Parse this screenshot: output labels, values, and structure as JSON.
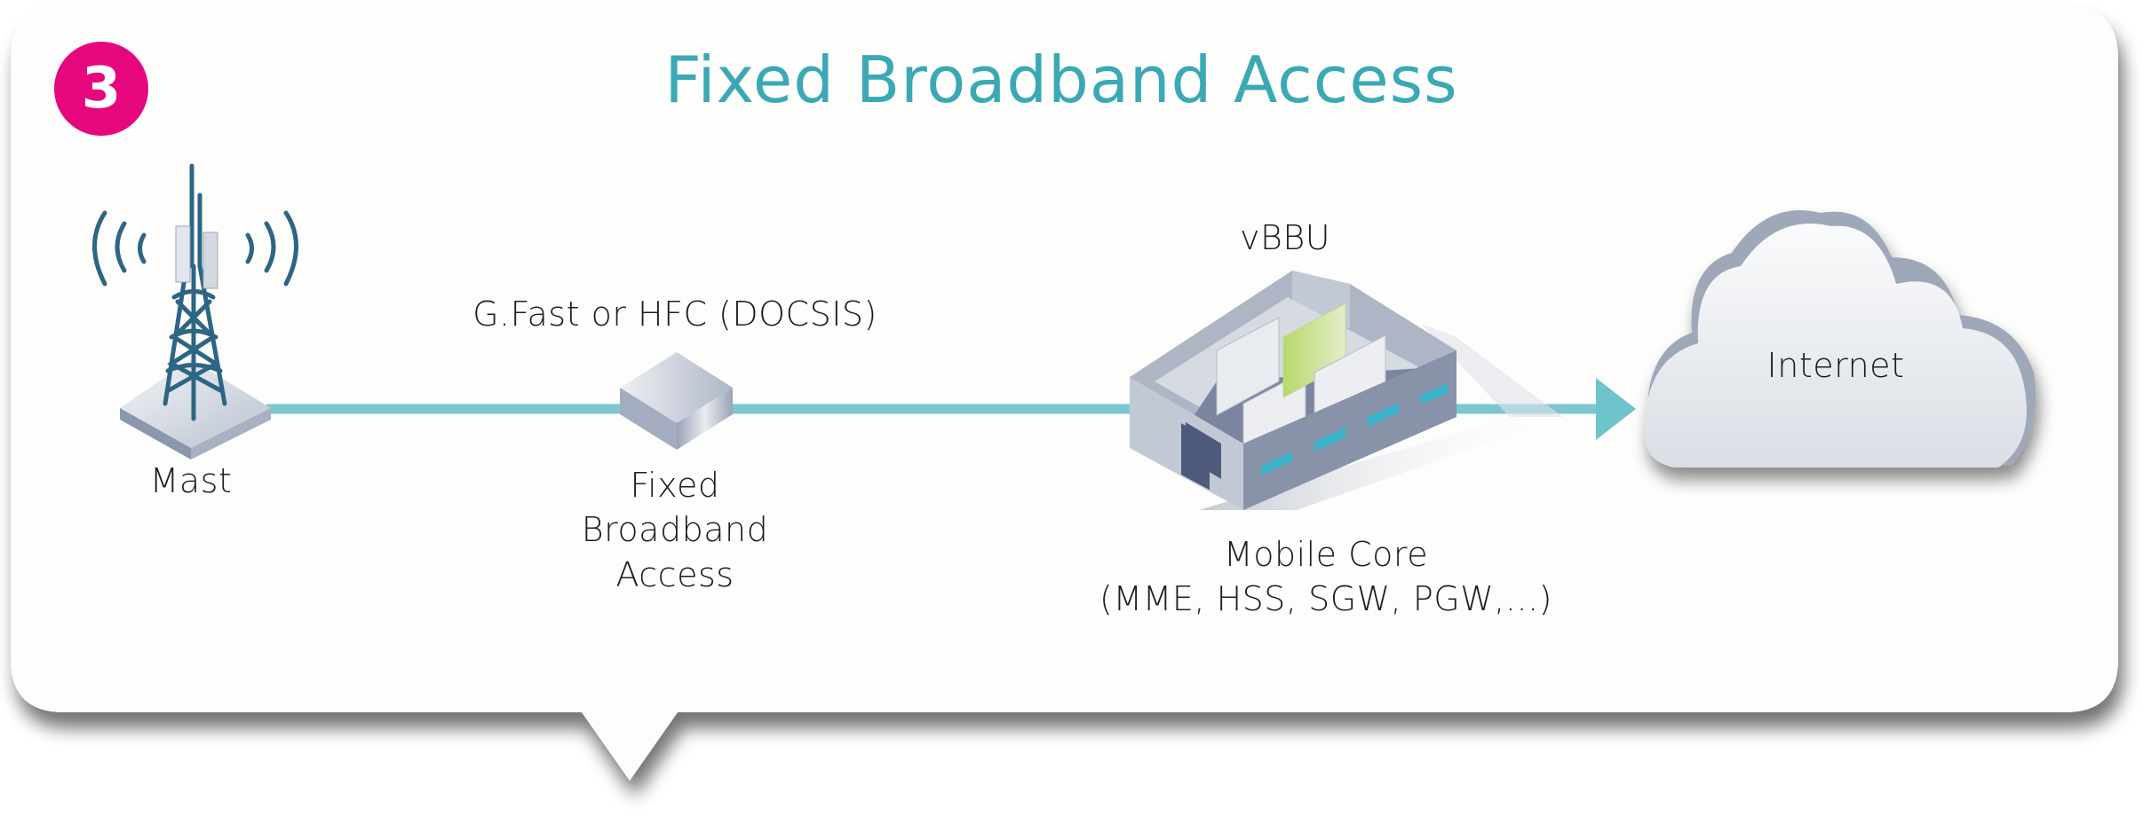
{
  "step_badge": "3",
  "title": "Fixed Broadband Access",
  "colors": {
    "accent": "#3aa9b5",
    "badge": "#e6077e",
    "link_line": "#7cc6cf",
    "tower": "#2d6585",
    "device_gray": "#a3acbe",
    "server_green": "#a6cc4a"
  },
  "nodes": {
    "mast": {
      "label": "Mast",
      "icon": "cell-tower-icon"
    },
    "link_label": "G.Fast or HFC (DOCSIS)",
    "fixed_access": {
      "label_lines": [
        "Fixed",
        "Broadband",
        "Access"
      ],
      "icon": "access-device-icon"
    },
    "vbbu": {
      "label": "vBBU",
      "icon": "data-center-icon"
    },
    "mobile_core": {
      "label_lines": [
        "Mobile Core",
        "(MME, HSS, SGW, PGW,...)"
      ]
    },
    "internet": {
      "label": "Internet",
      "icon": "cloud-icon"
    }
  }
}
